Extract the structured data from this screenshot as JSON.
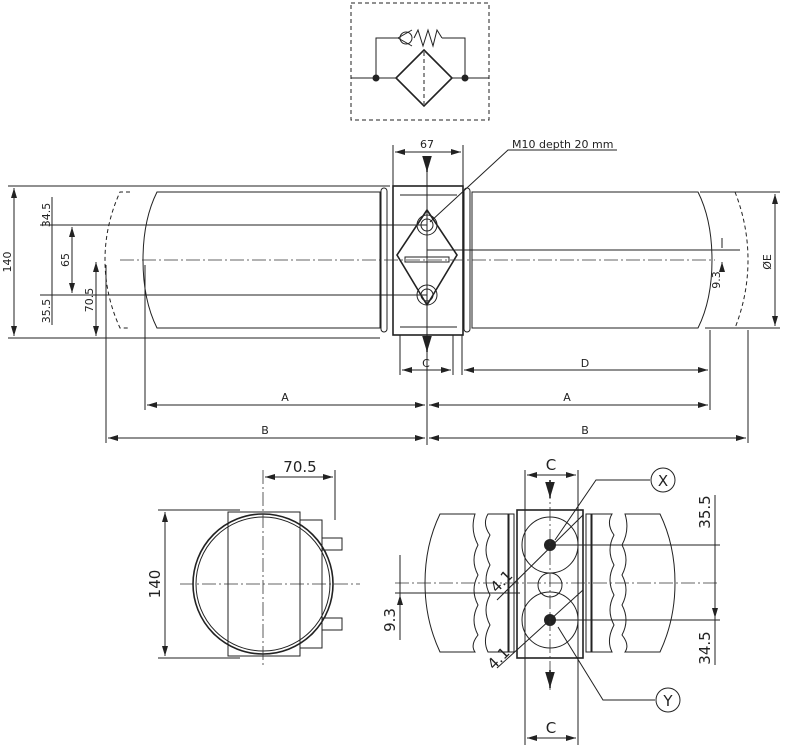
{
  "top_view": {
    "dim_height": "140",
    "dim_upper": "34.5",
    "dim_ports": "65",
    "dim_lower": "35.5",
    "dim_center": "70.5",
    "dim_block_width": "67",
    "thread_note": "M10 depth 20 mm",
    "dim_c": "C",
    "dim_d": "D",
    "dim_a_left": "A",
    "dim_a_right": "A",
    "dim_b_left": "B",
    "dim_b_right": "B",
    "dim_offset": "9.3",
    "dim_diameter": "ØE"
  },
  "side_view": {
    "dim_offset": "70.5",
    "dim_height": "140"
  },
  "front_view": {
    "dim_c_top": "C",
    "dim_c_bottom": "C",
    "dim_upper": "35.5",
    "dim_lower": "34.5",
    "dim_offset": "9.3",
    "dim_angle_upper": "4.1",
    "dim_angle_lower": "4.1",
    "port_x": "X",
    "port_y": "Y"
  }
}
